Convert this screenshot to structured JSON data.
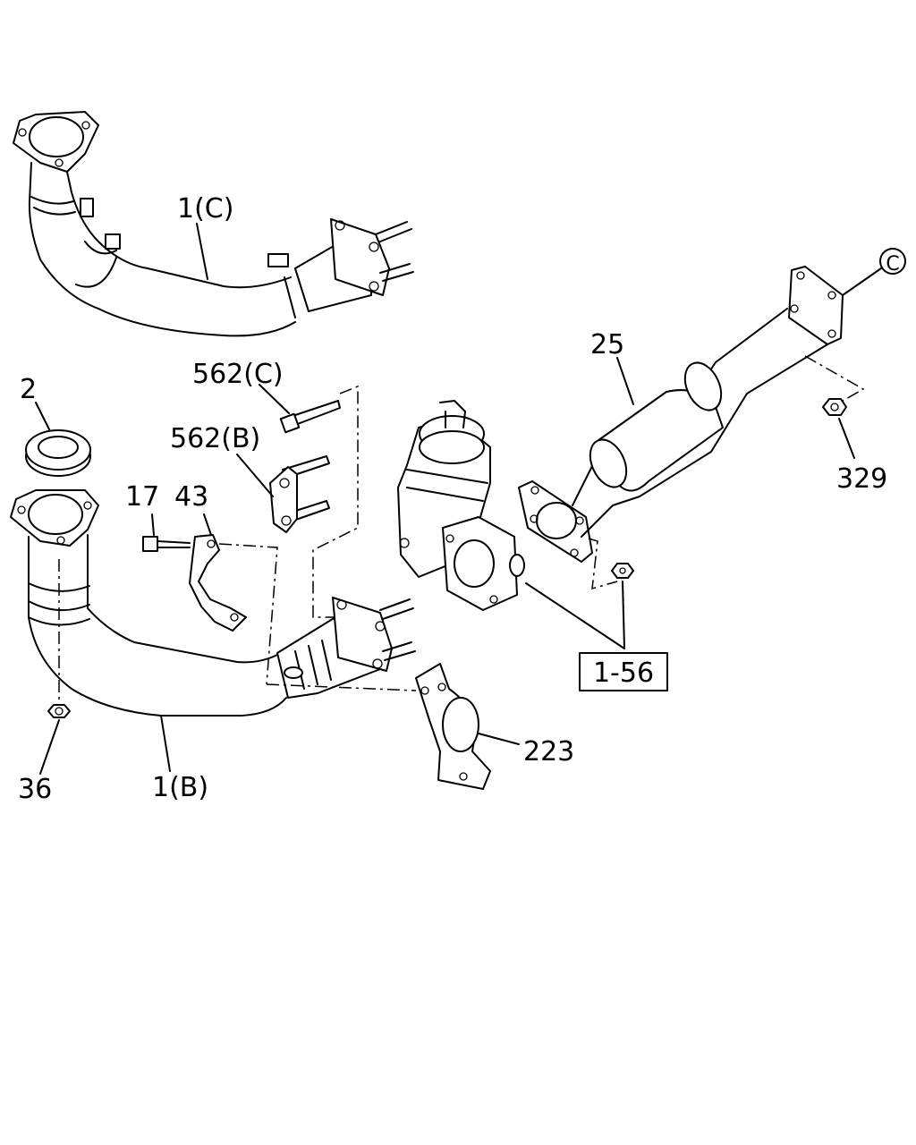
{
  "labels": {
    "pipe_c": "1(C)",
    "gasket": "2",
    "bolt_c": "562(C)",
    "bolt_b": "562(B)",
    "bolt_17": "17",
    "bracket_43": "43",
    "pipe_b": "1(B)",
    "nut_36": "36",
    "converter": "25",
    "marker_c": "C",
    "nut_329": "329",
    "ref_box": "1-56",
    "heat_shield": "223"
  }
}
